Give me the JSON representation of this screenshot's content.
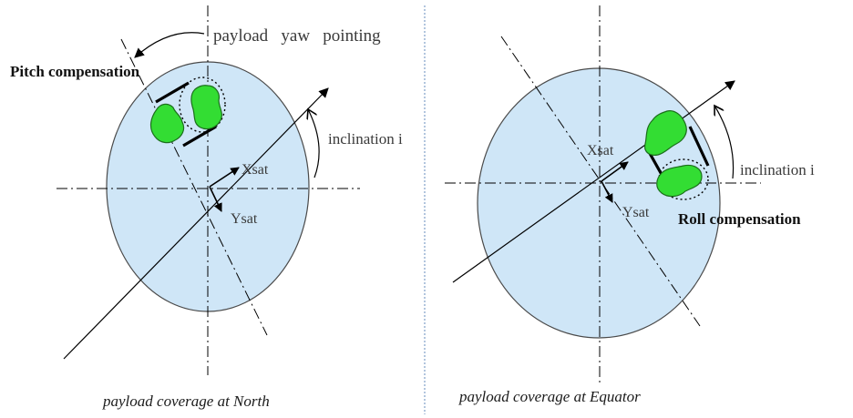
{
  "colors": {
    "disc_fill": "#cfe6f7",
    "disc_stroke": "#4a4a4a",
    "blob_fill": "#33dd33",
    "blob_stroke": "#1c6f1c",
    "line": "#000000",
    "separator": "#7f9fc8"
  },
  "left_panel": {
    "label_payload_yaw": "payload   yaw   pointing",
    "label_pitch": "Pitch compensation",
    "label_inclination": "inclination i",
    "label_xsat": "Xsat",
    "label_ysat": "Ysat",
    "caption": "payload coverage at North"
  },
  "right_panel": {
    "label_inclination": "inclination i",
    "label_roll": "Roll compensation",
    "label_xsat": "Xsat",
    "label_ysat": "Ysat",
    "caption": "payload coverage at Equator"
  }
}
